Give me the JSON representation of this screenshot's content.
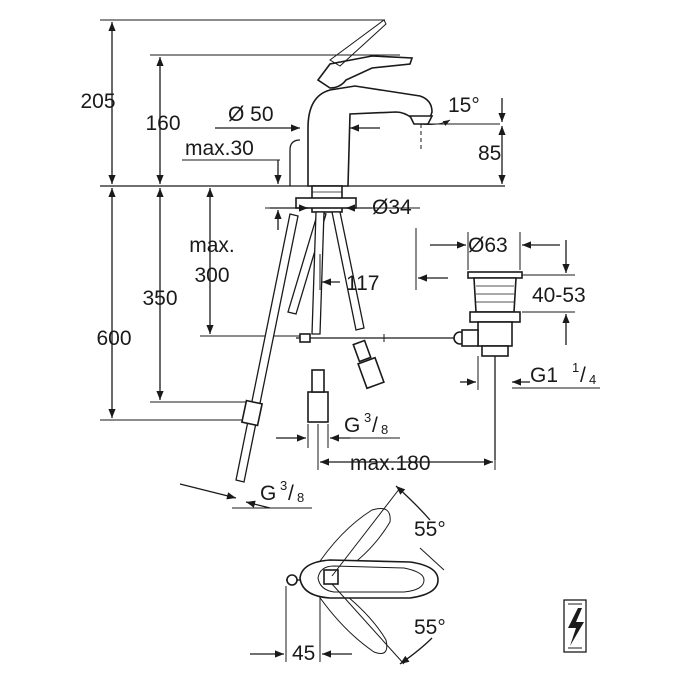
{
  "dimensions": {
    "total_height": "205",
    "spout_height": "160",
    "body_diameter": "Ø 50",
    "max_deck_thickness": "max.30",
    "spout_angle": "15°",
    "outlet_height": "85",
    "mount_hole_diameter": "Ø34",
    "max_below_deck": "max.",
    "max_below_deck_value": "300",
    "hose_spacing": "117",
    "hose_length": "350",
    "waste_length": "600",
    "waste_diameter": "Ø63",
    "waste_range": "40-53",
    "waste_thread": "G1",
    "waste_thread_num": "1",
    "waste_thread_den": "4",
    "supply_thread": "G",
    "supply_thread_num": "3",
    "supply_thread_den": "8",
    "supply_thread_2": "G",
    "supply_thread_2_num": "3",
    "supply_thread_2_den": "8",
    "max_waste_offset": "max.180",
    "lever_angle_top": "55°",
    "lever_angle_bottom": "55°",
    "lever_offset": "45"
  },
  "icons": {
    "electric_symbol": "lightning-bolt-icon"
  }
}
